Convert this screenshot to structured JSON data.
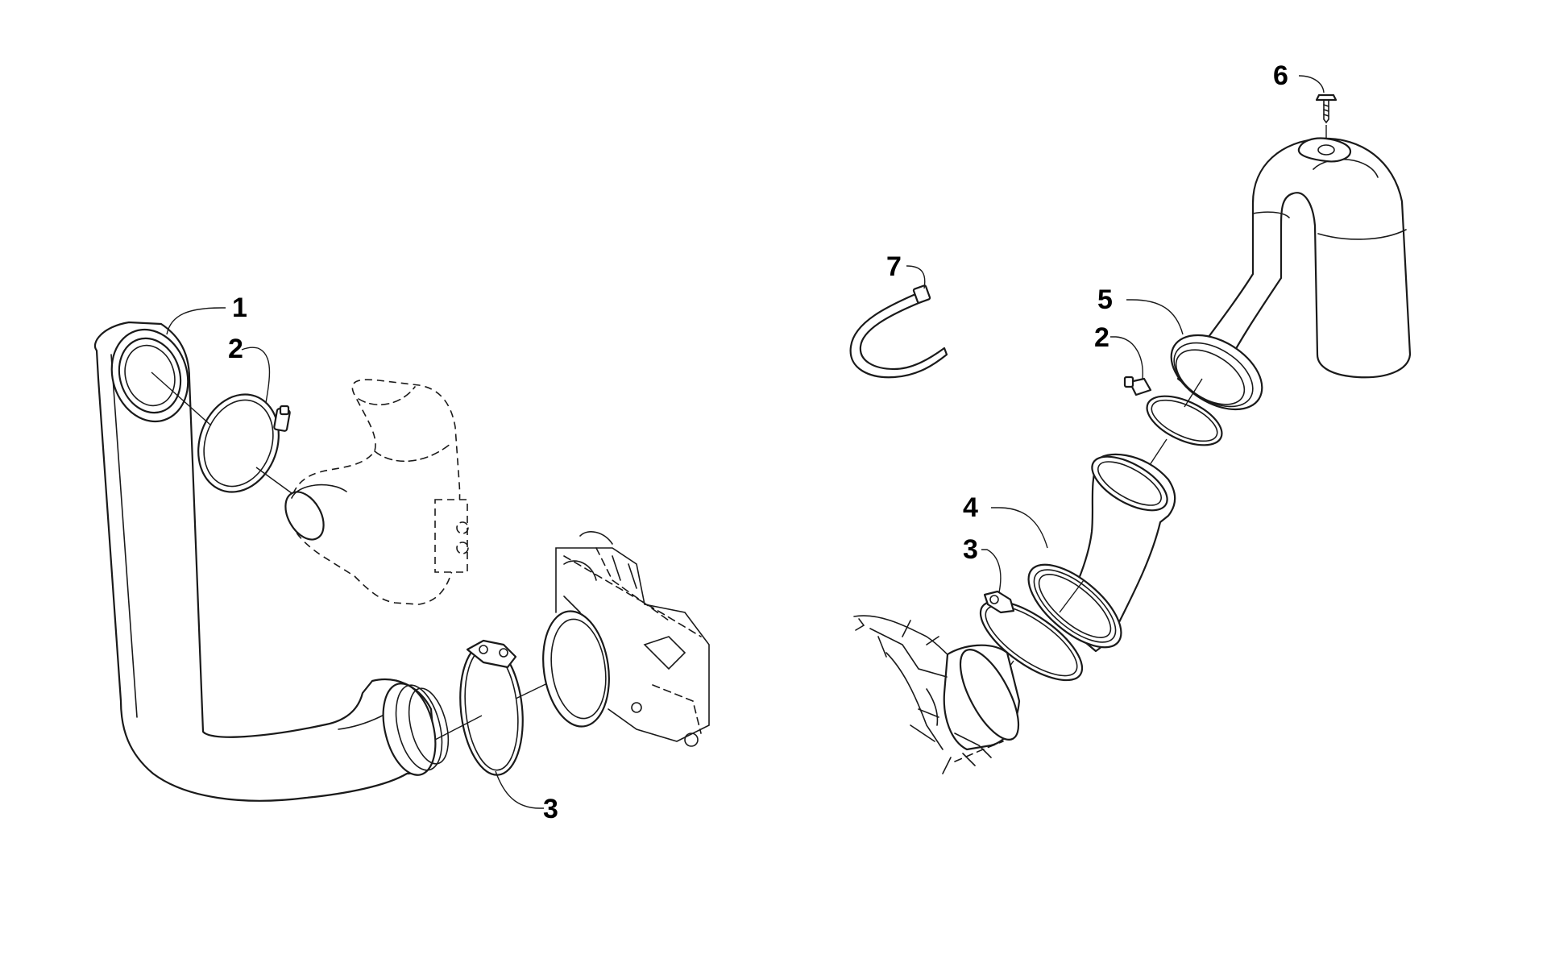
{
  "callouts": {
    "left_1": "1",
    "left_2": "2",
    "left_3": "3",
    "right_2": "2",
    "right_3": "3",
    "right_4": "4",
    "right_5": "5",
    "right_6": "6",
    "right_7": "7"
  }
}
